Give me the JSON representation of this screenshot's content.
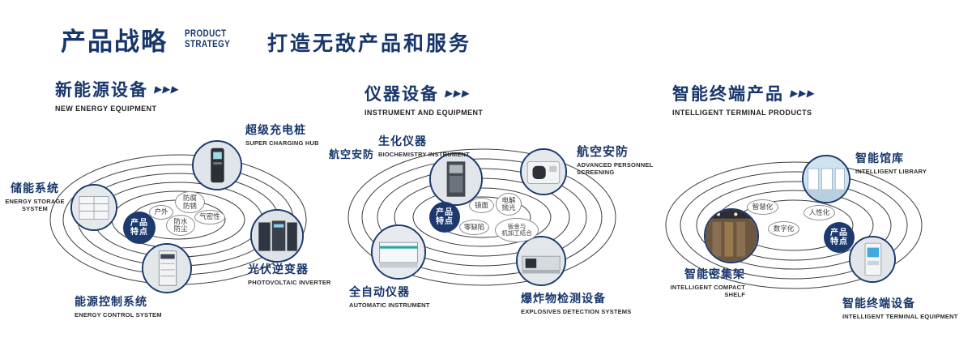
{
  "header": {
    "title_cn": "产品战略",
    "title_en_line1": "PRODUCT",
    "title_en_line2": "STRATEGY",
    "slogan": "打造无敌产品和服务"
  },
  "ui": {
    "triple_arrow": "▶▶▶",
    "badge_line1": "产品",
    "badge_line2": "特点"
  },
  "colors": {
    "navy": "#17366b",
    "badge_bg": "#1c3a6d",
    "ring": "#3d3d3d"
  },
  "sections": [
    {
      "title_cn": "新能源设备",
      "title_en": "NEW ENERGY EQUIPMENT",
      "features": [
        {
          "line1": "防腐",
          "line2": "防锈"
        },
        {
          "line1": "户外"
        },
        {
          "line1": "气密性"
        },
        {
          "line1": "防水",
          "line2": "防尘"
        }
      ],
      "products": [
        {
          "cn": "超级充电桩",
          "en": "SUPER CHARGING HUB"
        },
        {
          "cn": "储能系统",
          "en": "ENERGY STORAGE SYSTEM"
        },
        {
          "cn": "光伏逆变器",
          "en": "PHOTOVOLTAIC INVERTER"
        },
        {
          "cn": "能源控制系统",
          "en": "ENERGY CONTROL SYSTEM"
        }
      ]
    },
    {
      "title_cn": "仪器设备",
      "title_en": "INSTRUMENT AND EQUIPMENT",
      "extra_label": "航空安防",
      "features": [
        {
          "line1": "镜面"
        },
        {
          "line1": "电解",
          "line2": "抛光"
        },
        {
          "line1": "零缺陷"
        },
        {
          "line1": "钣金与",
          "line2": "机加工结合"
        }
      ],
      "products": [
        {
          "cn": "生化仪器",
          "en": "BIOCHEMISTRY INSTRUMENT"
        },
        {
          "cn": "航空安防",
          "en": "ADVANCED PERSONNEL SCREENING"
        },
        {
          "cn": "全自动仪器",
          "en": "AUTOMATIC INSTRUMENT"
        },
        {
          "cn": "爆炸物检测设备",
          "en": "EXPLOSIVES DETECTION SYSTEMS"
        }
      ]
    },
    {
      "title_cn": "智能终端产品",
      "title_en": "INTELLIGENT TERMINAL PRODUCTS",
      "features": [
        {
          "line1": "智慧化"
        },
        {
          "line1": "人性化"
        },
        {
          "line1": "数字化"
        }
      ],
      "products": [
        {
          "cn": "智能馆库",
          "en": "INTELLIGENT LIBRARY"
        },
        {
          "cn": "智能密集架",
          "en": "INTELLIGENT COMPACT SHELF"
        },
        {
          "cn": "智能终端设备",
          "en": "INTELLIGENT TERMINAL EQUIPMENT"
        }
      ]
    }
  ]
}
